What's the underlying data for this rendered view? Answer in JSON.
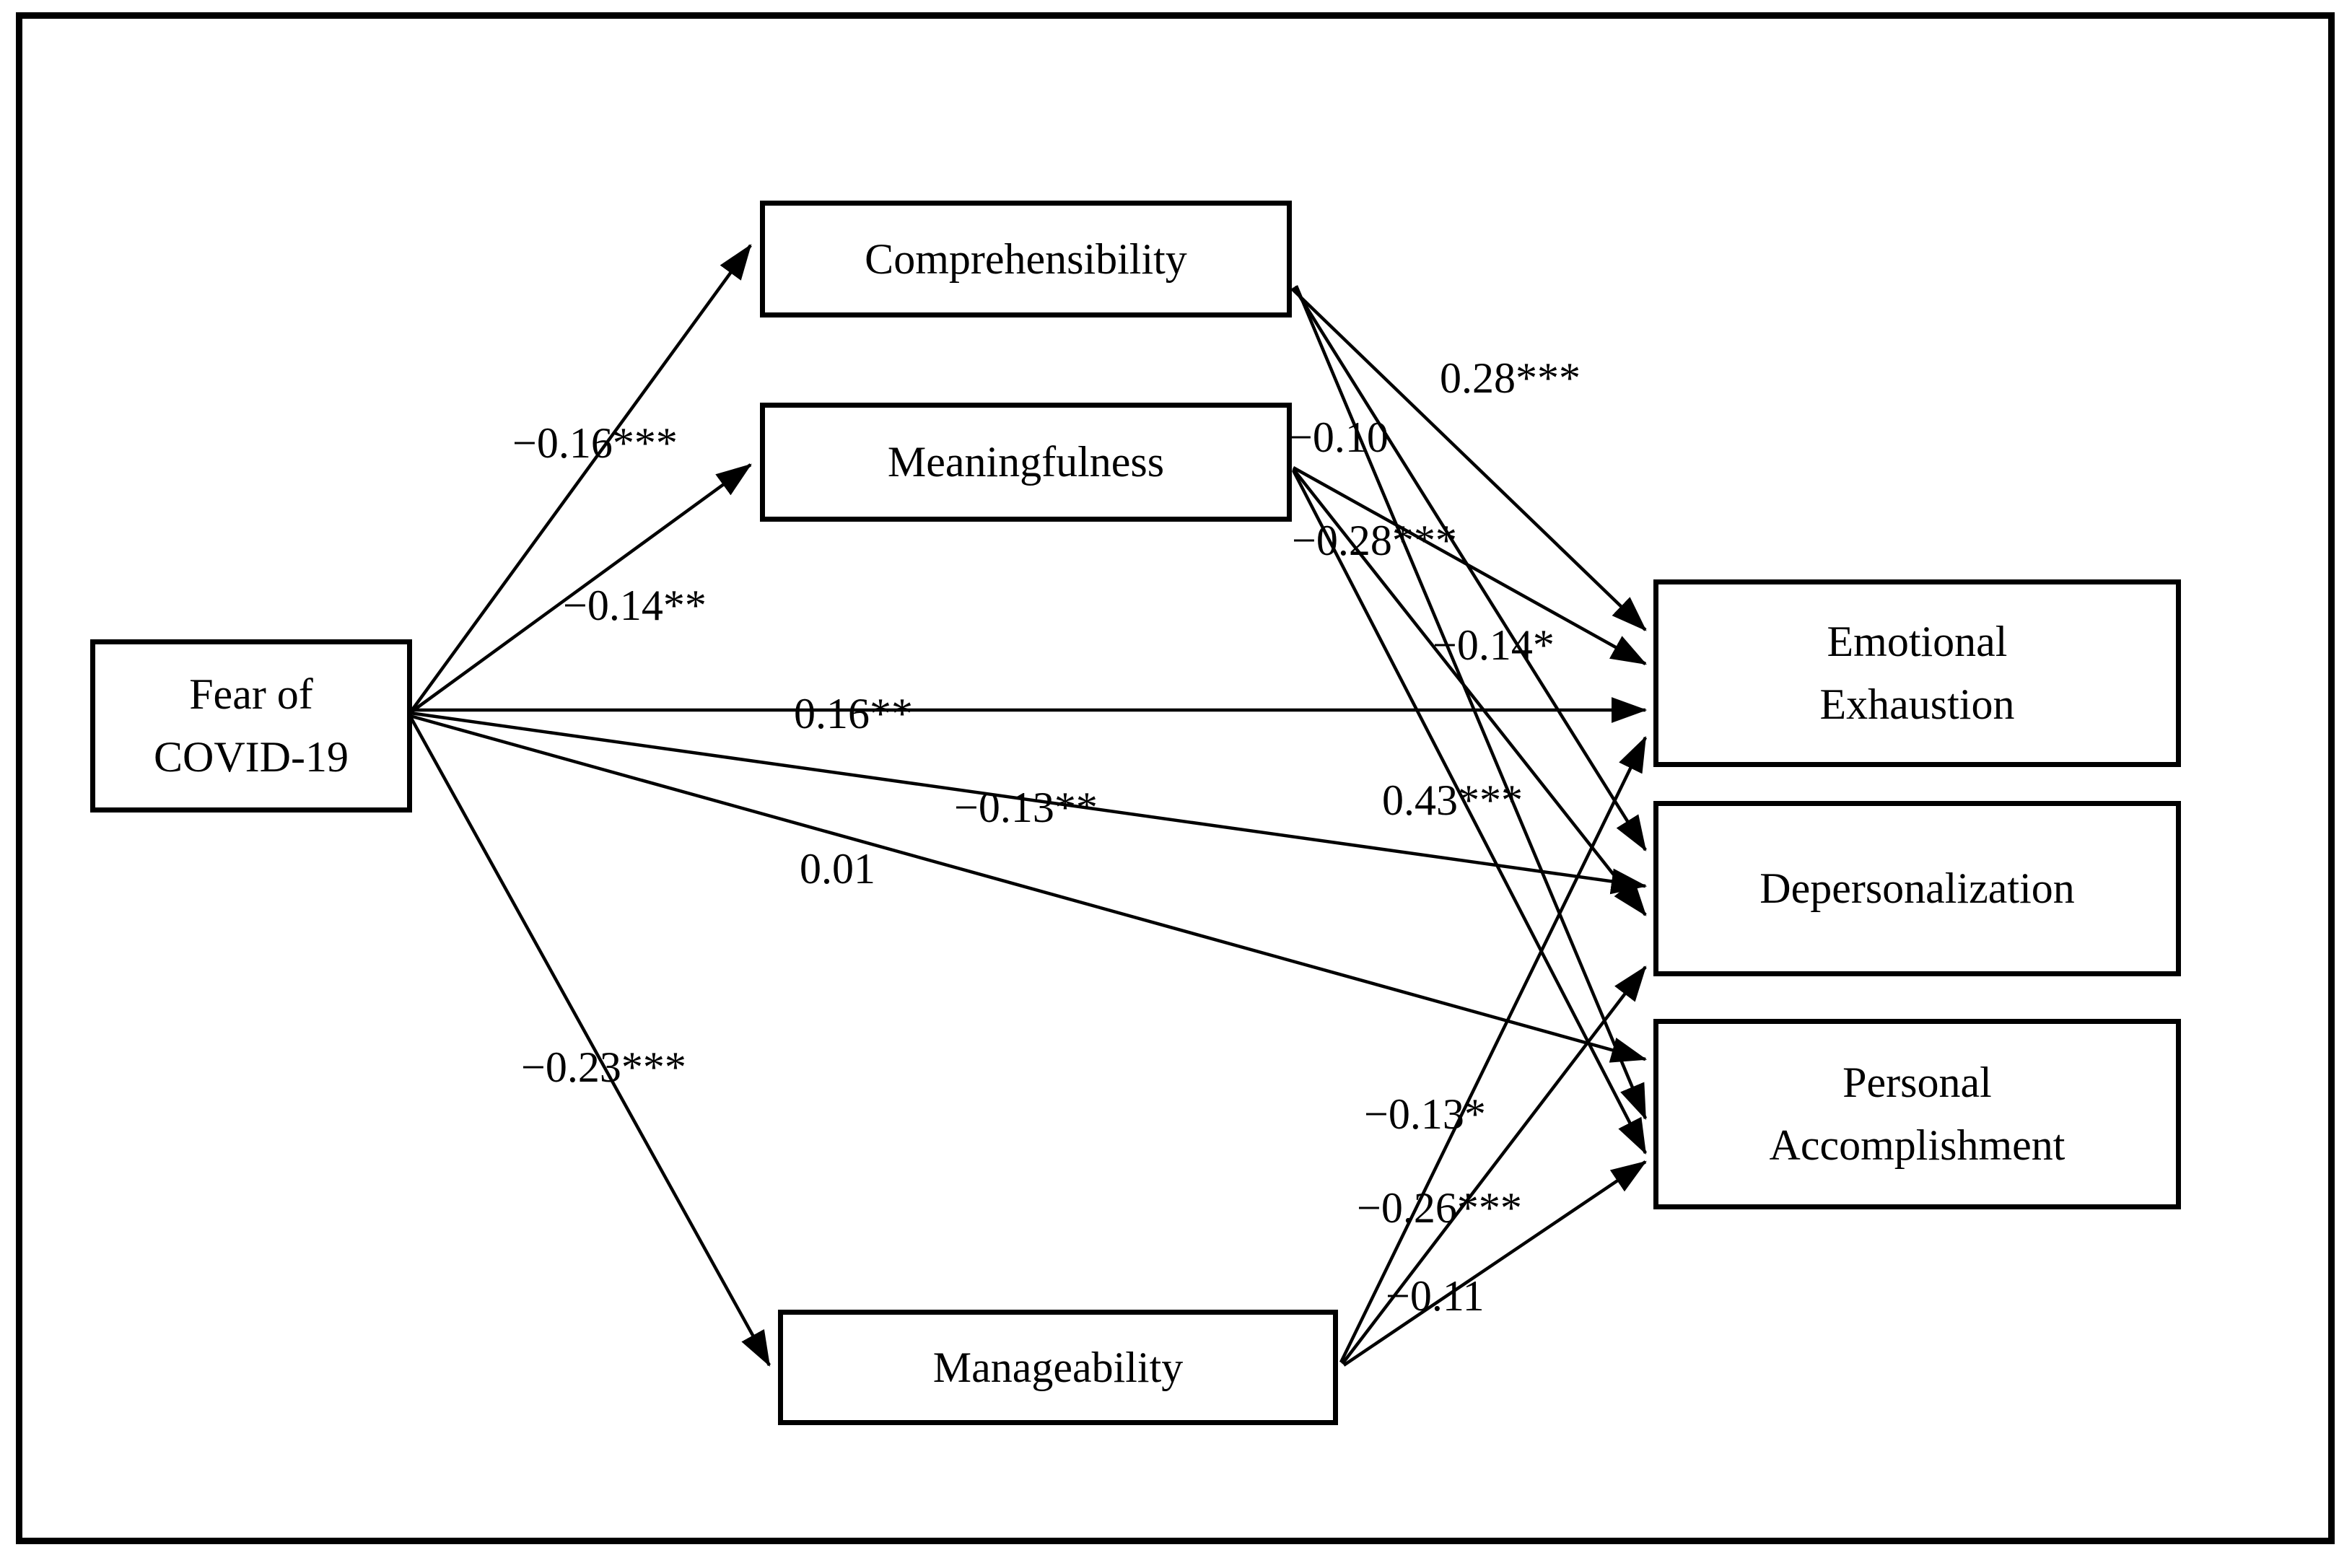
{
  "figure": {
    "type": "path-diagram",
    "domain": "structural-equation-model",
    "background": "#ffffff",
    "line_color": "#000000",
    "border_color": "#000000"
  },
  "nodes": {
    "predictor": {
      "id": "fear",
      "label": "Fear of\nCOVID-19",
      "line1": "Fear of",
      "line2": "COVID-19"
    },
    "mediators": [
      {
        "id": "comprehensibility",
        "label": "Comprehensibility"
      },
      {
        "id": "meaningfulness",
        "label": "Meaningfulness"
      },
      {
        "id": "manageability",
        "label": "Manageability"
      }
    ],
    "outcomes": [
      {
        "id": "emotional_exhaustion",
        "label": "Emotional\nExhaustion",
        "line1": "Emotional",
        "line2": "Exhaustion"
      },
      {
        "id": "depersonalization",
        "label": "Depersonalization"
      },
      {
        "id": "personal_accomplishment",
        "label": "Personal\nAccomplishment",
        "line1": "Personal",
        "line2": "Accomplishment"
      }
    ]
  },
  "chart_data": {
    "type": "diagram",
    "title": "",
    "paths": [
      {
        "from": "fear",
        "to": "comprehensibility",
        "coefficient": -0.16,
        "significance": "***",
        "label": "−0.16***"
      },
      {
        "from": "fear",
        "to": "meaningfulness",
        "coefficient": -0.14,
        "significance": "**",
        "label": "−0.14**"
      },
      {
        "from": "fear",
        "to": "emotional_exhaustion",
        "coefficient": 0.16,
        "significance": "**",
        "label": "0.16**"
      },
      {
        "from": "fear",
        "to": "depersonalization",
        "coefficient": -0.13,
        "significance": "**",
        "label": "−0.13**"
      },
      {
        "from": "fear",
        "to": "personal_accomplishment",
        "coefficient": 0.01,
        "significance": "",
        "label": "0.01"
      },
      {
        "from": "fear",
        "to": "manageability",
        "coefficient": -0.23,
        "significance": "***",
        "label": "−0.23***"
      },
      {
        "from": "comprehensibility",
        "to": "emotional_exhaustion",
        "coefficient": 0.28,
        "significance": "***",
        "label": "0.28***"
      },
      {
        "from": "meaningfulness",
        "to": "emotional_exhaustion",
        "coefficient": -0.1,
        "significance": "",
        "label": "−0.10"
      },
      {
        "from": "meaningfulness",
        "to": "depersonalization",
        "coefficient": -0.28,
        "significance": "***",
        "label": "−0.28***"
      },
      {
        "from": "meaningfulness",
        "to": "personal_accomplishment",
        "coefficient": -0.14,
        "significance": "*",
        "label": "−0.14*"
      },
      {
        "from": "comprehensibility",
        "to": "depersonalization",
        "coefficient": 0.43,
        "significance": "***",
        "label": "0.43***"
      },
      {
        "from": "manageability",
        "to": "emotional_exhaustion",
        "coefficient": -0.13,
        "significance": "*",
        "label": "−0.13*"
      },
      {
        "from": "manageability",
        "to": "depersonalization",
        "coefficient": -0.26,
        "significance": "***",
        "label": "−0.26***"
      },
      {
        "from": "manageability",
        "to": "personal_accomplishment",
        "coefficient": -0.11,
        "significance": "",
        "label": "−0.11"
      }
    ]
  },
  "labels": {
    "fear_to_comprehensibility": "−0.16***",
    "fear_to_meaningfulness": "−0.14**",
    "fear_to_ee": "0.16**",
    "fear_to_dp": "−0.13**",
    "fear_to_pa": "0.01",
    "fear_to_manageability": "−0.23***",
    "comp_to_ee": "0.28***",
    "mean_to_ee": "−0.10",
    "mean_to_dp": "−0.28***",
    "mean_to_pa": "−0.14*",
    "comp_to_dp": "0.43***",
    "manage_to_ee": "−0.13*",
    "manage_to_dp": "−0.26***",
    "manage_to_pa": "−0.11"
  }
}
